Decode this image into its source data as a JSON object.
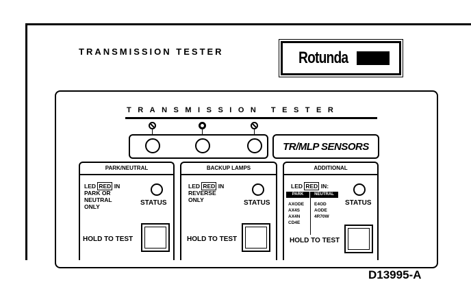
{
  "header": {
    "title": "TRANSMISSION TESTER",
    "logo_text": "Rotunda"
  },
  "panel": {
    "title": "TRANSMISSION TESTER",
    "sensors_label": "TR/MLP SENSORS",
    "sections": [
      {
        "header": "PARK/NEUTRAL",
        "led_prefix": "LED",
        "led_color": "RED",
        "led_suffix": "IN",
        "led_lines": [
          "PARK OR",
          "NEUTRAL",
          "ONLY"
        ],
        "status": "STATUS",
        "hold": "HOLD TO TEST"
      },
      {
        "header": "BACKUP LAMPS",
        "led_prefix": "LED",
        "led_color": "RED",
        "led_suffix": "IN",
        "led_lines": [
          "REVERSE",
          "ONLY"
        ],
        "status": "STATUS",
        "hold": "HOLD TO TEST"
      },
      {
        "header": "ADDITIONAL",
        "led_prefix": "LED",
        "led_color": "RED",
        "led_suffix": "IN:",
        "tab_park": "PARK",
        "tab_neutral": "NEUTRAL",
        "park_codes": [
          "AXODE",
          "AX4S",
          "AX4N",
          "CD4E"
        ],
        "neutral_codes": [
          "E4OD",
          "AODE",
          "4R70W"
        ],
        "status": "STATUS",
        "hold": "HOLD TO TEST"
      }
    ]
  },
  "caption": "D13995-A"
}
